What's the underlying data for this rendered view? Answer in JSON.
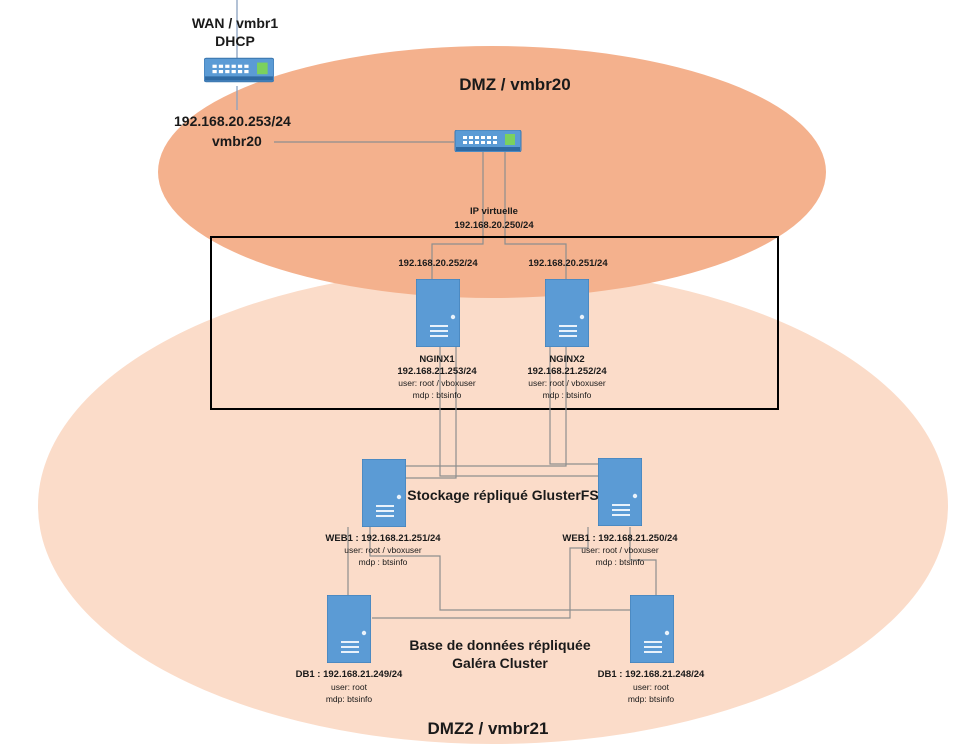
{
  "wan": {
    "line1": "WAN / vmbr1",
    "line2": "DHCP"
  },
  "gateway": {
    "ip": "192.168.20.253/24",
    "bridge": "vmbr20"
  },
  "zones": {
    "dmz": "DMZ / vmbr20",
    "dmz2": "DMZ2 / vmbr21"
  },
  "vip": {
    "label": "IP virtuelle",
    "ip": "192.168.20.250/24"
  },
  "servers": {
    "nginx1": {
      "ext_ip": "192.168.20.252/24",
      "name": "NGINX1",
      "int_ip": "192.168.21.253/24",
      "user": "user: root / vboxuser",
      "pass": "mdp : btsinfo"
    },
    "nginx2": {
      "ext_ip": "192.168.20.251/24",
      "name": "NGINX2",
      "int_ip": "192.168.21.252/24",
      "user": "user: root / vboxuser",
      "pass": "mdp : btsinfo"
    },
    "web_left": {
      "label": "WEB1 : 192.168.21.251/24",
      "user": "user: root / vboxuser",
      "pass": "mdp : btsinfo"
    },
    "web_right": {
      "label": "WEB1 : 192.168.21.250/24",
      "user": "user: root / vboxuser",
      "pass": "mdp : btsinfo"
    },
    "db_left": {
      "label": "DB1 : 192.168.21.249/24",
      "user": "user: root",
      "pass": "mdp: btsinfo"
    },
    "db_right": {
      "label": "DB1 : 192.168.21.248/24",
      "user": "user: root",
      "pass": "mdp: btsinfo"
    }
  },
  "replication": {
    "storage": "Stockage répliqué GlusterFS",
    "db_line1": "Base de données répliquée",
    "db_line2": "Galéra Cluster"
  },
  "colors": {
    "dmz_fill": "#f4b18d",
    "dmz2_fill": "#fbdcc9",
    "server_fill": "#5b9bd5",
    "switch_fill": "#5b9bd5",
    "box_stroke": "#000000"
  }
}
